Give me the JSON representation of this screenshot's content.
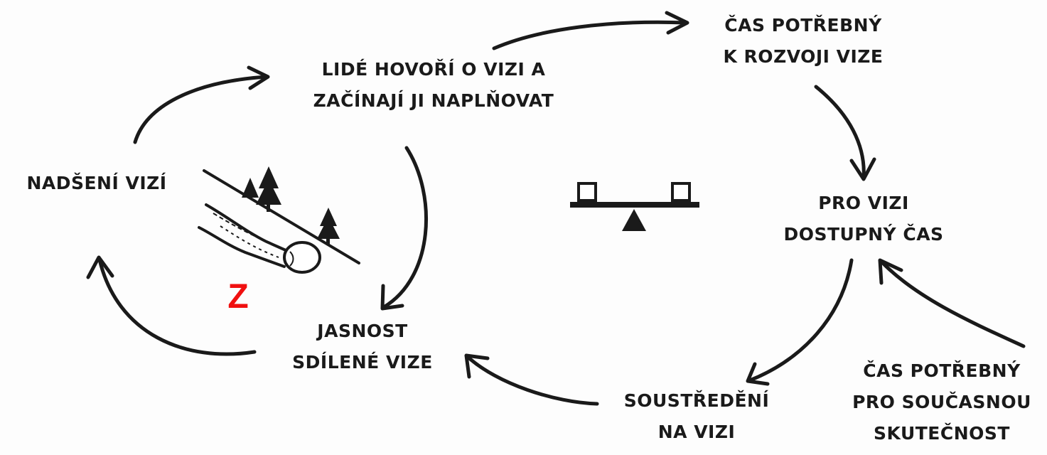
{
  "labels": {
    "cas_potrebny_vize": [
      "ČAS POTŘEBNÝ",
      "K ROZVOJI VIZE"
    ],
    "lide_hovori": [
      "LIDÉ HOVOŘÍ O VIZI A",
      "ZAČÍNAJÍ JI NAPLŇOVAT"
    ],
    "nadseni": "NADŠENÍ VIZÍ",
    "pro_vizi": [
      "PRO VIZI",
      "DOSTUPNÝ ČAS"
    ],
    "jasnost": [
      "JASNOST",
      "SDÍLENÉ VIZE"
    ],
    "soustredeni": [
      "SOUSTŘEDĚNÍ",
      "NA VIZI"
    ],
    "cas_potrebny_skutecnost": [
      "ČAS POTŘEBNÝ",
      "PRO SOUČASNOU",
      "SKUTEČNOST"
    ]
  },
  "marker": {
    "text": "Z",
    "color": "#f01010"
  },
  "icons": [
    "snowball-on-slope-icon",
    "balance-scale-icon"
  ]
}
